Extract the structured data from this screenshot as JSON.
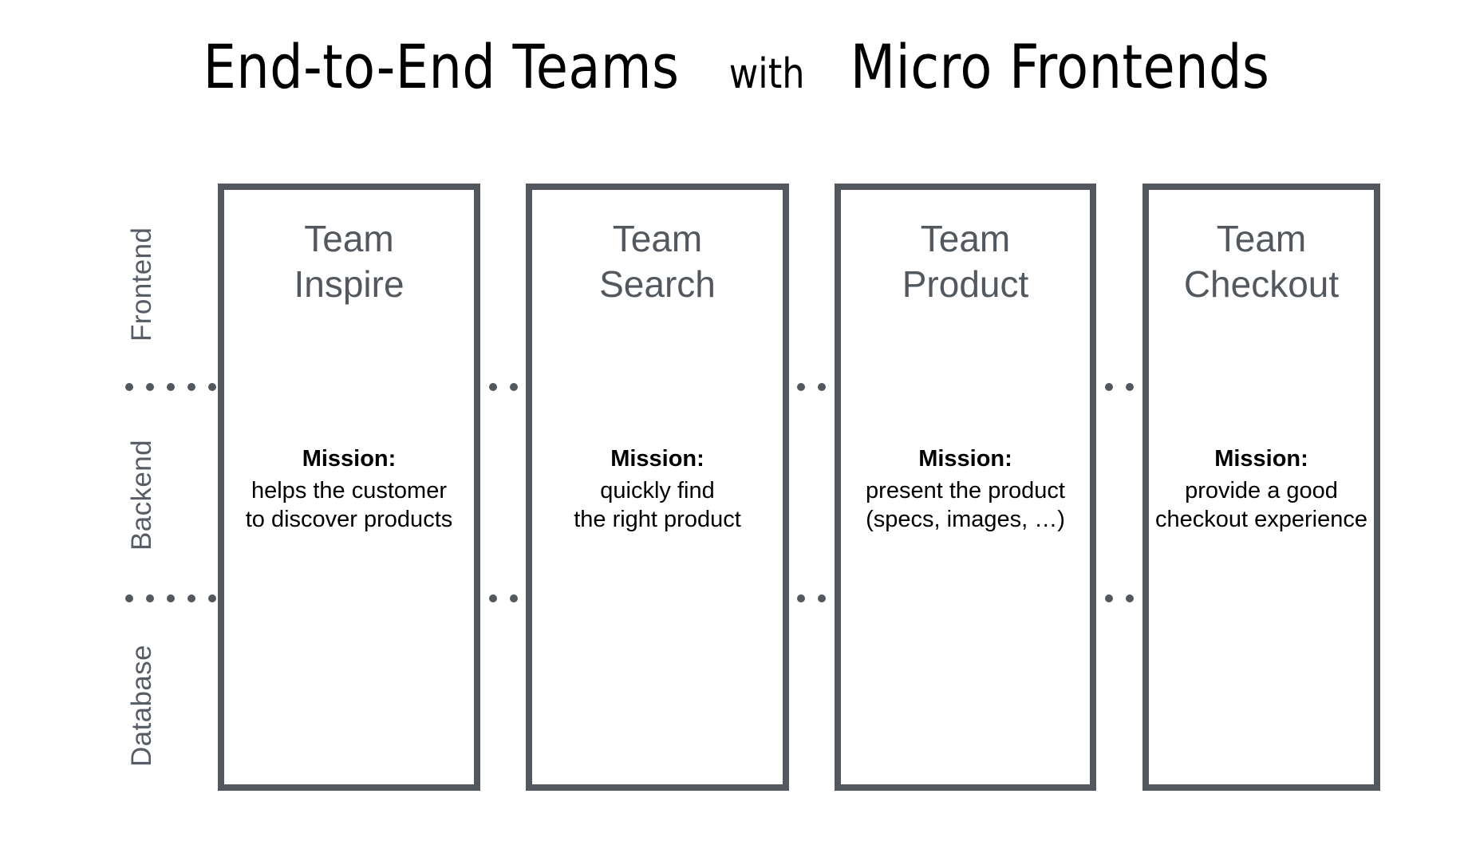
{
  "title": {
    "part1": "End-to-End Teams",
    "part2": "with",
    "part3": "Micro Frontends"
  },
  "axis": {
    "layers": [
      {
        "key": "frontend",
        "label": "Frontend"
      },
      {
        "key": "backend",
        "label": "Backend"
      },
      {
        "key": "database",
        "label": "Database"
      }
    ]
  },
  "teams": [
    {
      "title_line1": "Team",
      "title_line2": "Inspire",
      "mission_label": "Mission:",
      "mission_line1": "helps the customer",
      "mission_line2": "to discover products"
    },
    {
      "title_line1": "Team",
      "title_line2": "Search",
      "mission_label": "Mission:",
      "mission_line1": "quickly find",
      "mission_line2": "the right product"
    },
    {
      "title_line1": "Team",
      "title_line2": "Product",
      "mission_label": "Mission:",
      "mission_line1": "present the product",
      "mission_line2": "(specs, images, …)"
    },
    {
      "title_line1": "Team",
      "title_line2": "Checkout",
      "mission_label": "Mission:",
      "mission_line1": "provide a good",
      "mission_line2": "checkout experience"
    }
  ],
  "colors": {
    "ink": "#53585f",
    "text": "#000000",
    "background": "#ffffff"
  },
  "separators": {
    "row_top_dot_groups": [
      7,
      3,
      3,
      3
    ],
    "row_bottom_dot_groups": [
      7,
      3,
      3,
      3
    ]
  }
}
